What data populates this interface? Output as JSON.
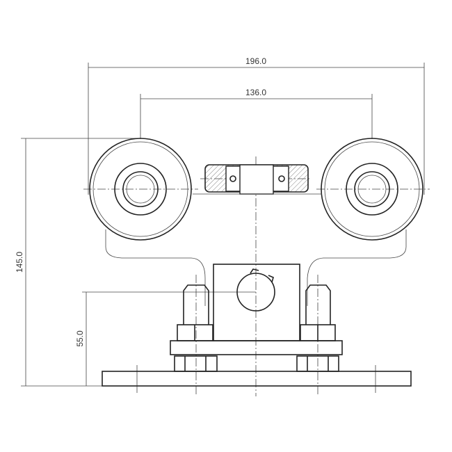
{
  "drawing": {
    "dimensions": {
      "overall_width": "196.0",
      "wheel_spacing": "136.0",
      "overall_height": "145.0",
      "mount_height": "55.0"
    },
    "line_color": "#222222",
    "background": "#ffffff"
  }
}
